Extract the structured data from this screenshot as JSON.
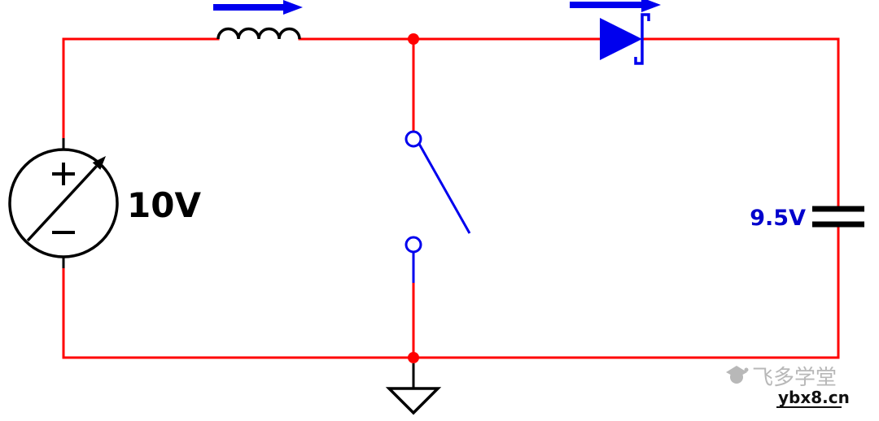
{
  "diagram": {
    "type": "circuit-schematic",
    "components": [
      "adjustable-voltage-source",
      "inductor",
      "open-switch",
      "schottky-diode",
      "capacitor",
      "ground"
    ],
    "labels": {
      "source_voltage": "10V",
      "output_voltage": "9.5V"
    },
    "colors": {
      "wire_red": "#ff0000",
      "accent_blue": "#0000ee",
      "component_black": "#000000",
      "label_blue": "#0000cc",
      "watermark_gray": "#b8b8b8"
    }
  },
  "watermark": {
    "brand": "飞多学堂",
    "site": "ybx8.cn"
  }
}
